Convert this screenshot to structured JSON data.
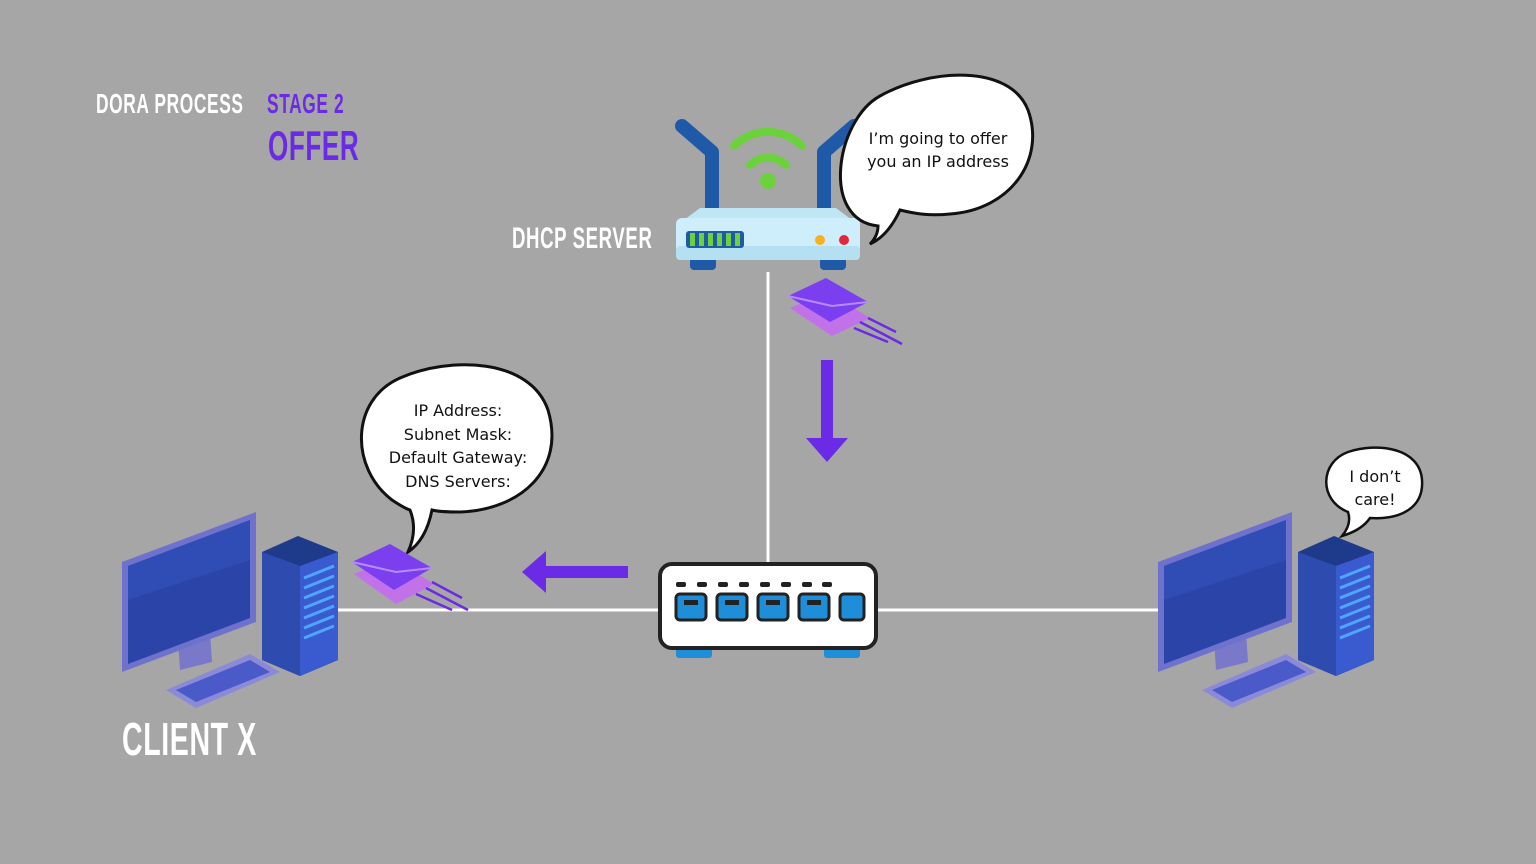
{
  "title": {
    "process": "DORA PROCESS",
    "stage": "STAGE 2",
    "step": "OFFER"
  },
  "labels": {
    "server": "DHCP SERVER",
    "client": "CLIENT X"
  },
  "bubbles": {
    "server": {
      "line1": "I’m going to offer",
      "line2": "you an IP address"
    },
    "client": {
      "line1": "IP Address:",
      "line2": "Subnet Mask:",
      "line3": "Default Gateway:",
      "line4": "DNS Servers:"
    },
    "other": {
      "line1": "I don’t",
      "line2": "care!"
    }
  },
  "icons": {
    "router": "router-icon",
    "switch": "network-switch-icon",
    "computer": "desktop-computer-icon",
    "envelope": "envelope-icon",
    "arrow": "arrow-icon"
  },
  "colors": {
    "background": "#a6a6a6",
    "accent": "#6a2ae6",
    "wifi": "#6cd23c",
    "monitor": "#2a44a8",
    "cable": "#ffffff"
  }
}
